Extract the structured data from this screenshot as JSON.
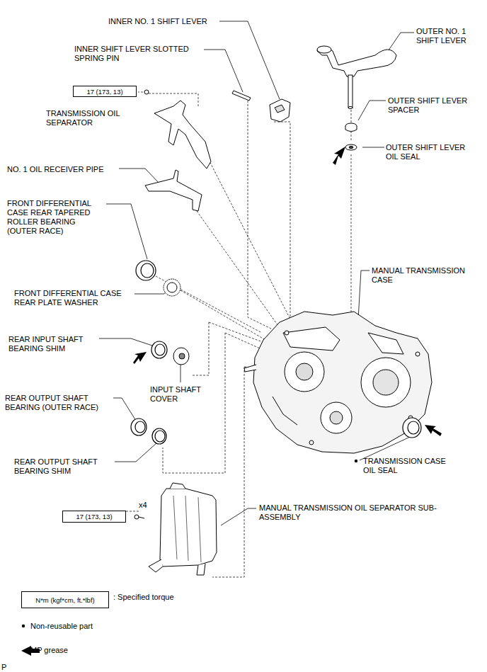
{
  "diagram": {
    "nodes": [
      {
        "text": [
          "17 (173, 13)"
        ]
      },
      {
        "text": [
          "17 (173, 13)"
        ]
      },
      {
        "text": [
          "N*m (kgf*cm, ft.*lbf)"
        ]
      }
    ],
    "labels": [
      "INNER NO. 1 SHIFT LEVER",
      "OUTER NO. 1 SHIFT LEVER",
      "INNER SHIFT LEVER SLOTTED SPRING PIN",
      "TRANSMISSION OIL SEPARATOR",
      "OUTER SHIFT LEVER SPACER",
      "OUTER SHIFT LEVER OIL SEAL",
      "NO. 1 OIL RECEIVER PIPE",
      "FRONT DIFFERENTIAL CASE REAR TAPERED ROLLER BEARING (OUTER RACE)",
      "MANUAL TRANSMISSION CASE",
      "FRONT DIFFERENTIAL CASE REAR PLATE WASHER",
      "REAR INPUT SHAFT BEARING SHIM",
      "INPUT SHAFT COVER",
      "REAR OUTPUT SHAFT BEARING (OUTER RACE)",
      "REAR OUTPUT SHAFT BEARING SHIM",
      "TRANSMISSION CASE OIL SEAL",
      "x4",
      "MANUAL TRANSMISSION OIL SEPARATOR SUB-ASSEMBLY",
      "P"
    ],
    "legend": [
      {
        "text": ": Specified torque"
      },
      {
        "text": "Non-reusable part"
      },
      {
        "text": "MP grease"
      }
    ]
  }
}
